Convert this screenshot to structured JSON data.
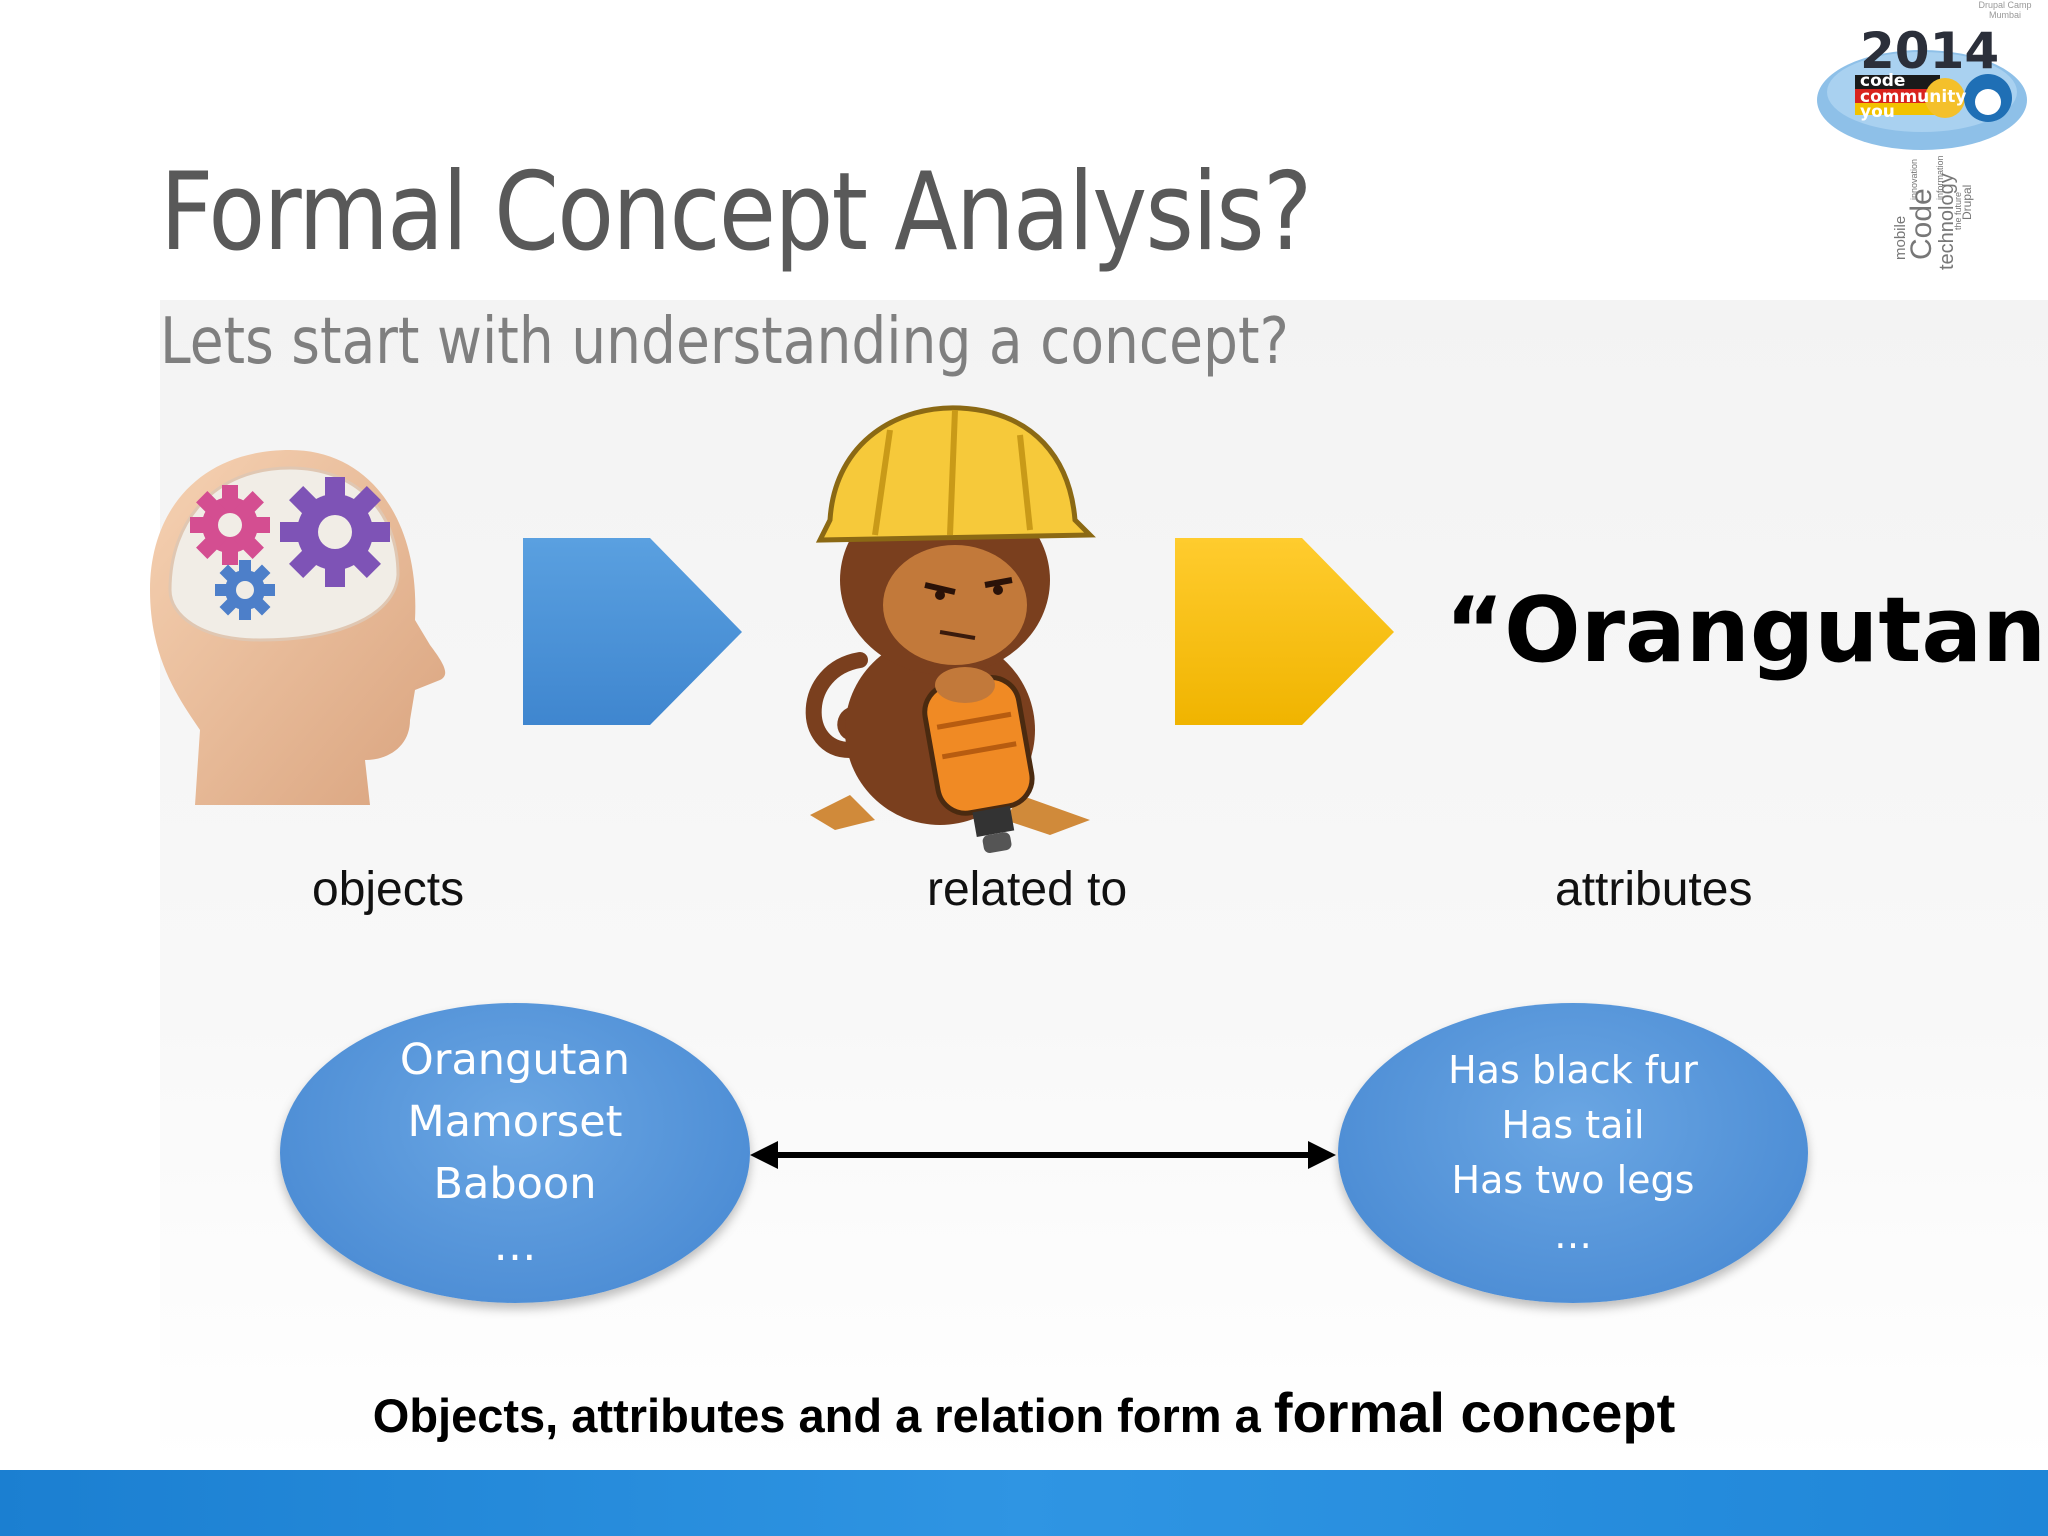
{
  "slide": {
    "title": "Formal Concept Analysis?",
    "subtitle": "Lets start with understanding a concept?",
    "concept_name": "“Orangutan”",
    "footer_prefix": "Objects, attributes and a relation form a ",
    "footer_emphasis": "formal concept"
  },
  "logo": {
    "caption": "Drupal Camp Mumbai",
    "year": "2014",
    "tagline": [
      "code",
      "community",
      "you"
    ],
    "word_cloud": [
      "mobile",
      "Code",
      "technology",
      "Drupal",
      "innovation",
      "information",
      "the future"
    ]
  },
  "labels": {
    "objects": "objects",
    "related_to": "related to",
    "attributes": "attributes"
  },
  "objects_list": [
    "Orangutan",
    "Mamorset",
    "Baboon",
    "…"
  ],
  "attributes_list": [
    "Has black fur",
    "Has tail",
    "Has two legs",
    "…"
  ],
  "colors": {
    "title": "#595959",
    "subtitle": "#7f7f7f",
    "ellipse": "#5b9bd5",
    "arrow_blue": "#4f93d8",
    "arrow_yellow": "#ffc000",
    "bottom_band": "#2a8fdf"
  },
  "icons": [
    "brain-gears-icon",
    "monkey-hardhat-icon",
    "blue-arrow-icon",
    "yellow-arrow-icon",
    "double-arrow-icon"
  ]
}
